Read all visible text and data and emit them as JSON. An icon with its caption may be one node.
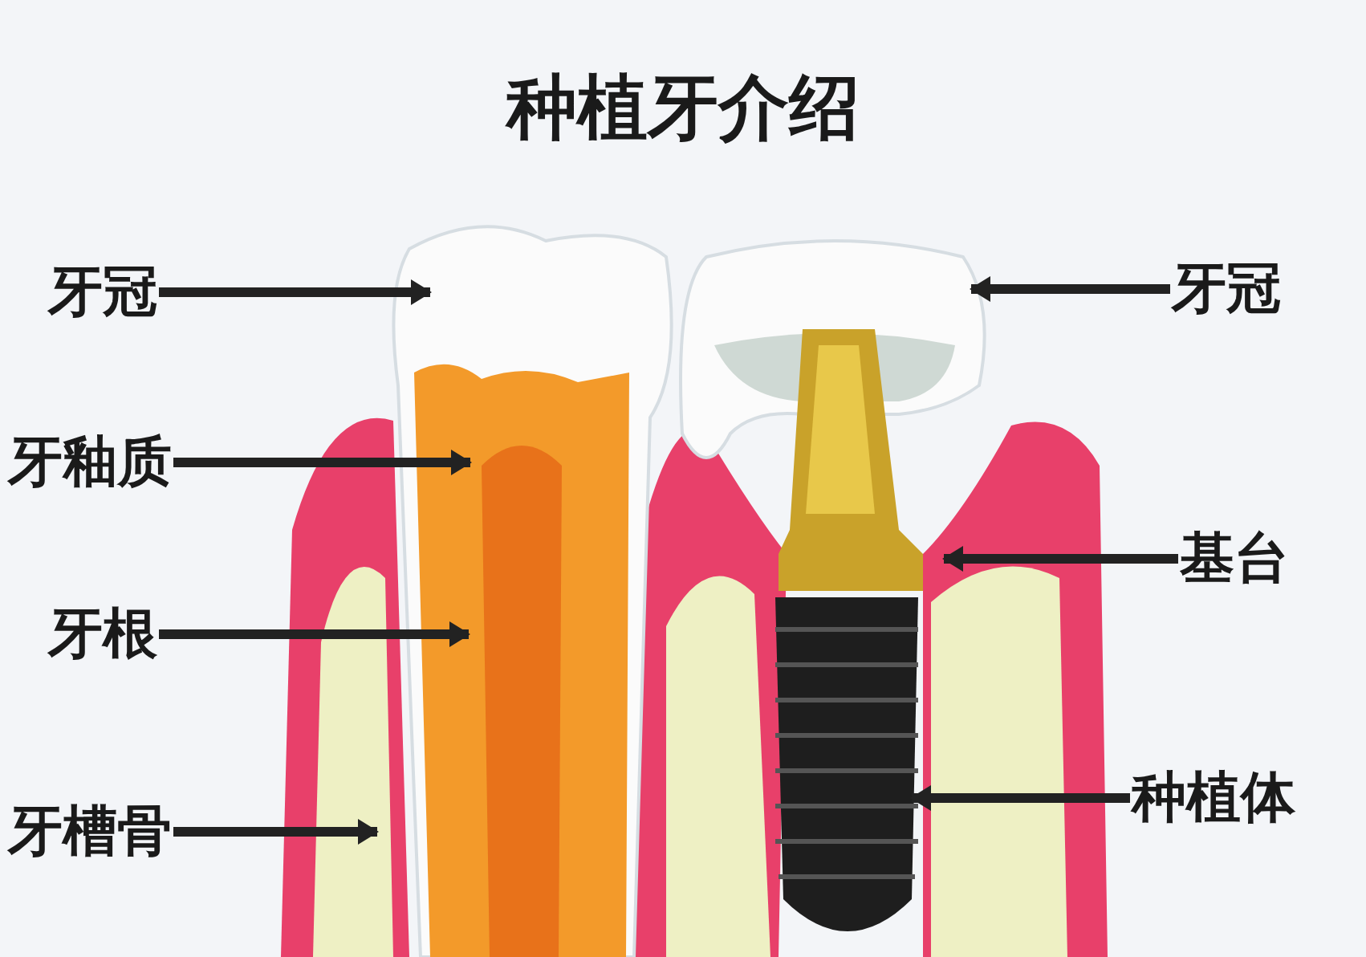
{
  "diagram": {
    "title": "种植牙介绍",
    "nodes": [
      {
        "text": [
          "牙冠"
        ]
      },
      {
        "text": [
          "牙釉质"
        ]
      },
      {
        "text": [
          "牙根"
        ]
      },
      {
        "text": [
          "牙槽骨"
        ]
      },
      {
        "text": [
          "牙冠"
        ]
      },
      {
        "text": [
          "基台"
        ]
      },
      {
        "text": [
          "种植体"
        ]
      }
    ],
    "edges": [
      {
        "from": 0,
        "to": null,
        "arrow": "to"
      },
      {
        "from": 1,
        "to": null,
        "arrow": "to"
      },
      {
        "from": 2,
        "to": null,
        "arrow": "to"
      },
      {
        "from": 3,
        "to": null,
        "arrow": "to"
      },
      {
        "from": 4,
        "to": null,
        "arrow": "to"
      },
      {
        "from": 5,
        "to": null,
        "arrow": "to"
      },
      {
        "from": 6,
        "to": null,
        "arrow": "to"
      }
    ]
  }
}
